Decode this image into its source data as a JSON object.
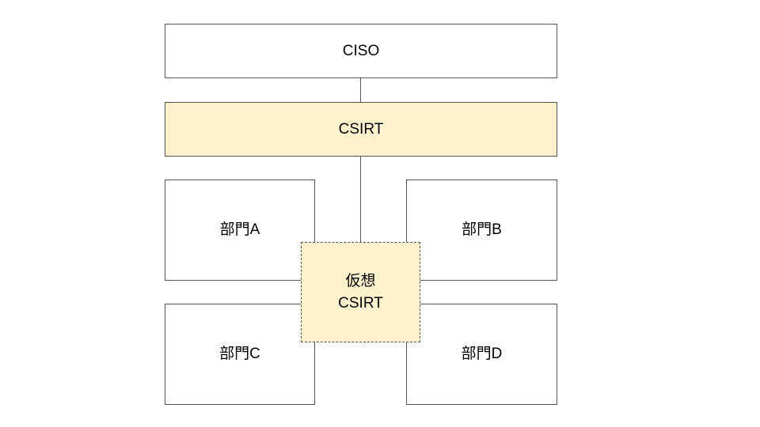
{
  "diagram": {
    "type": "org-chart",
    "colors": {
      "background": "#ffffff",
      "border": "#545454",
      "accent_fill": "#fff2cc",
      "plain_fill": "#ffffff",
      "text": "#000000"
    },
    "nodes": {
      "ciso": {
        "label": "CISO",
        "fill": "#ffffff"
      },
      "csirt": {
        "label": "CSIRT",
        "fill": "#fff2cc"
      },
      "dept_a": {
        "label": "部門A",
        "fill": "#ffffff"
      },
      "dept_b": {
        "label": "部門B",
        "fill": "#ffffff"
      },
      "dept_c": {
        "label": "部門C",
        "fill": "#ffffff"
      },
      "dept_d": {
        "label": "部門D",
        "fill": "#ffffff"
      },
      "virtual_csirt": {
        "label_line1": "仮想",
        "label_line2": "CSIRT",
        "fill": "#fff2cc",
        "border_style": "dashed"
      }
    },
    "connectors": [
      {
        "from": "ciso",
        "to": "csirt"
      },
      {
        "from": "csirt",
        "to": "virtual_csirt"
      }
    ]
  }
}
